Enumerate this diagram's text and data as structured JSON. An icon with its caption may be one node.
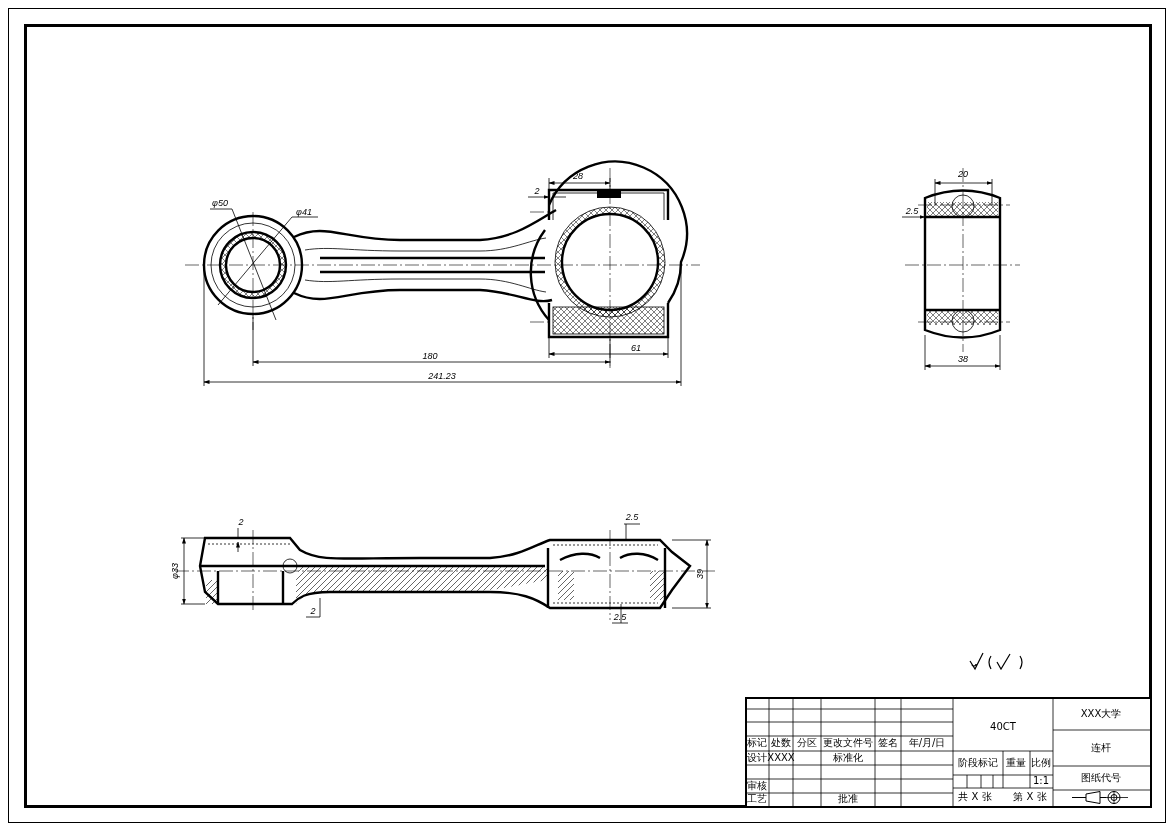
{
  "diagram": {
    "labels": [
      "28",
      "2",
      "φ50",
      "φ41",
      "180",
      "61",
      "241.23",
      "20",
      "2.5",
      "38",
      "2",
      "2.5",
      "φ33",
      "39",
      "2",
      "2.5",
      "标记",
      "处数",
      "分区",
      "更改文件号",
      "签名",
      "年/月/日",
      "设计",
      "XXXX",
      "标准化",
      "审核",
      "工艺",
      "批准",
      "40CT",
      "阶段标记",
      "重量",
      "比例",
      "1:1",
      "共 X 张",
      "第 X 张",
      "XXX大学",
      "连杆",
      "图纸代号"
    ]
  }
}
